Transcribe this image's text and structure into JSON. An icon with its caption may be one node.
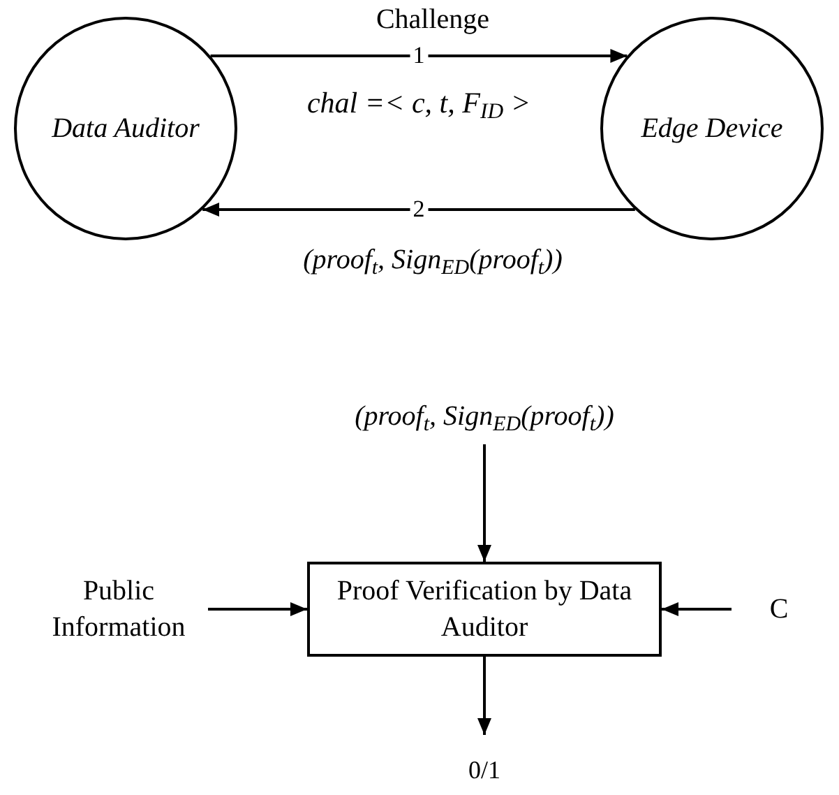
{
  "diagram": {
    "nodes": [
      {
        "text": [
          "Data Auditor"
        ]
      },
      {
        "text": [
          "Edge Device"
        ]
      },
      {
        "text": [
          "(proof$_{t}$, Sign$_{ED}$(proof$_{t}$))"
        ]
      },
      {
        "text": [
          "Public Information"
        ]
      },
      {
        "text": [
          "Proof Verification by Data Auditor"
        ]
      },
      {
        "text": [
          "C"
        ]
      },
      {
        "text": [
          "0/1"
        ]
      }
    ],
    "edges": [
      {
        "from": 0,
        "to": 1,
        "arrow": "to",
        "label": "1"
      },
      {
        "from": 1,
        "to": 0,
        "arrow": "to",
        "label": "2"
      },
      {
        "from": 2,
        "to": 4,
        "arrow": "to"
      },
      {
        "from": 3,
        "to": 4,
        "arrow": "to"
      },
      {
        "from": 5,
        "to": 4,
        "arrow": "to"
      },
      {
        "from": 4,
        "to": 6,
        "arrow": "to"
      }
    ],
    "labels": [
      "Challenge",
      "chal =< c, t, F$_{ID}$ >",
      "(proof$_{t}$, Sign$_{ED}$(proof$_{t}$))"
    ]
  }
}
